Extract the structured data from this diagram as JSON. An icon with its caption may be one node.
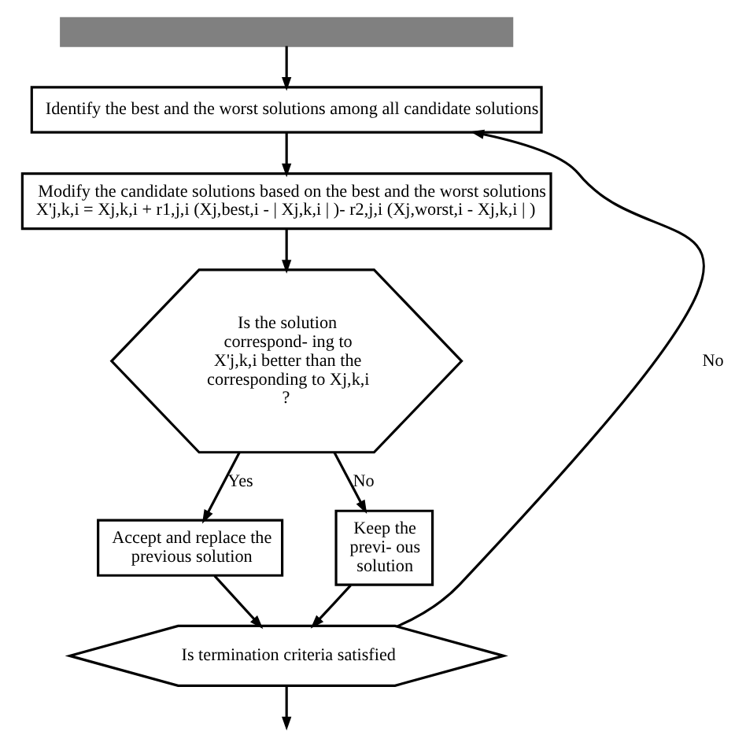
{
  "diagram": {
    "nodes": [
      {
        "text": [],
        "shape": "box"
      },
      {
        "text": [
          "Identify the best and the worst solutions among all candidate solutions"
        ]
      },
      {
        "text": [
          "Modify the candidate solutions based on the best and the worst solutions",
          "X'j,k,i = Xj,k,i + r1,j,i (Xj,best,i - | Xj,k,i | )- r2,j,i (Xj,worst,i - Xj,k,i | )"
        ]
      },
      {
        "text": [
          "Is the solution correspond- ing to X'j,k,i better than the corresponding to Xj,k,i ?"
        ]
      },
      {
        "text": [
          "Accept and replace the previous solution"
        ]
      },
      {
        "text": [
          "Keep the previ- ous solution"
        ]
      },
      {
        "text": [
          "Is termination criteria satisfied"
        ]
      }
    ],
    "edges": [
      {
        "from": 0,
        "to": 1,
        "arrow": "to"
      },
      {
        "from": 1,
        "to": 2,
        "arrow": "to"
      },
      {
        "from": 2,
        "to": 3,
        "arrow": "to"
      },
      {
        "from": 3,
        "to": 4,
        "arrow": "to",
        "label": "Yes"
      },
      {
        "from": 3,
        "to": 5,
        "arrow": "to",
        "label": "No"
      },
      {
        "from": 4,
        "to": 6,
        "arrow": "to"
      },
      {
        "from": 5,
        "to": 6,
        "arrow": "to"
      },
      {
        "from": 6,
        "to": 1,
        "arrow": "to",
        "label": "No"
      },
      {
        "from": 6,
        "to": null,
        "arrow": "to"
      }
    ]
  }
}
